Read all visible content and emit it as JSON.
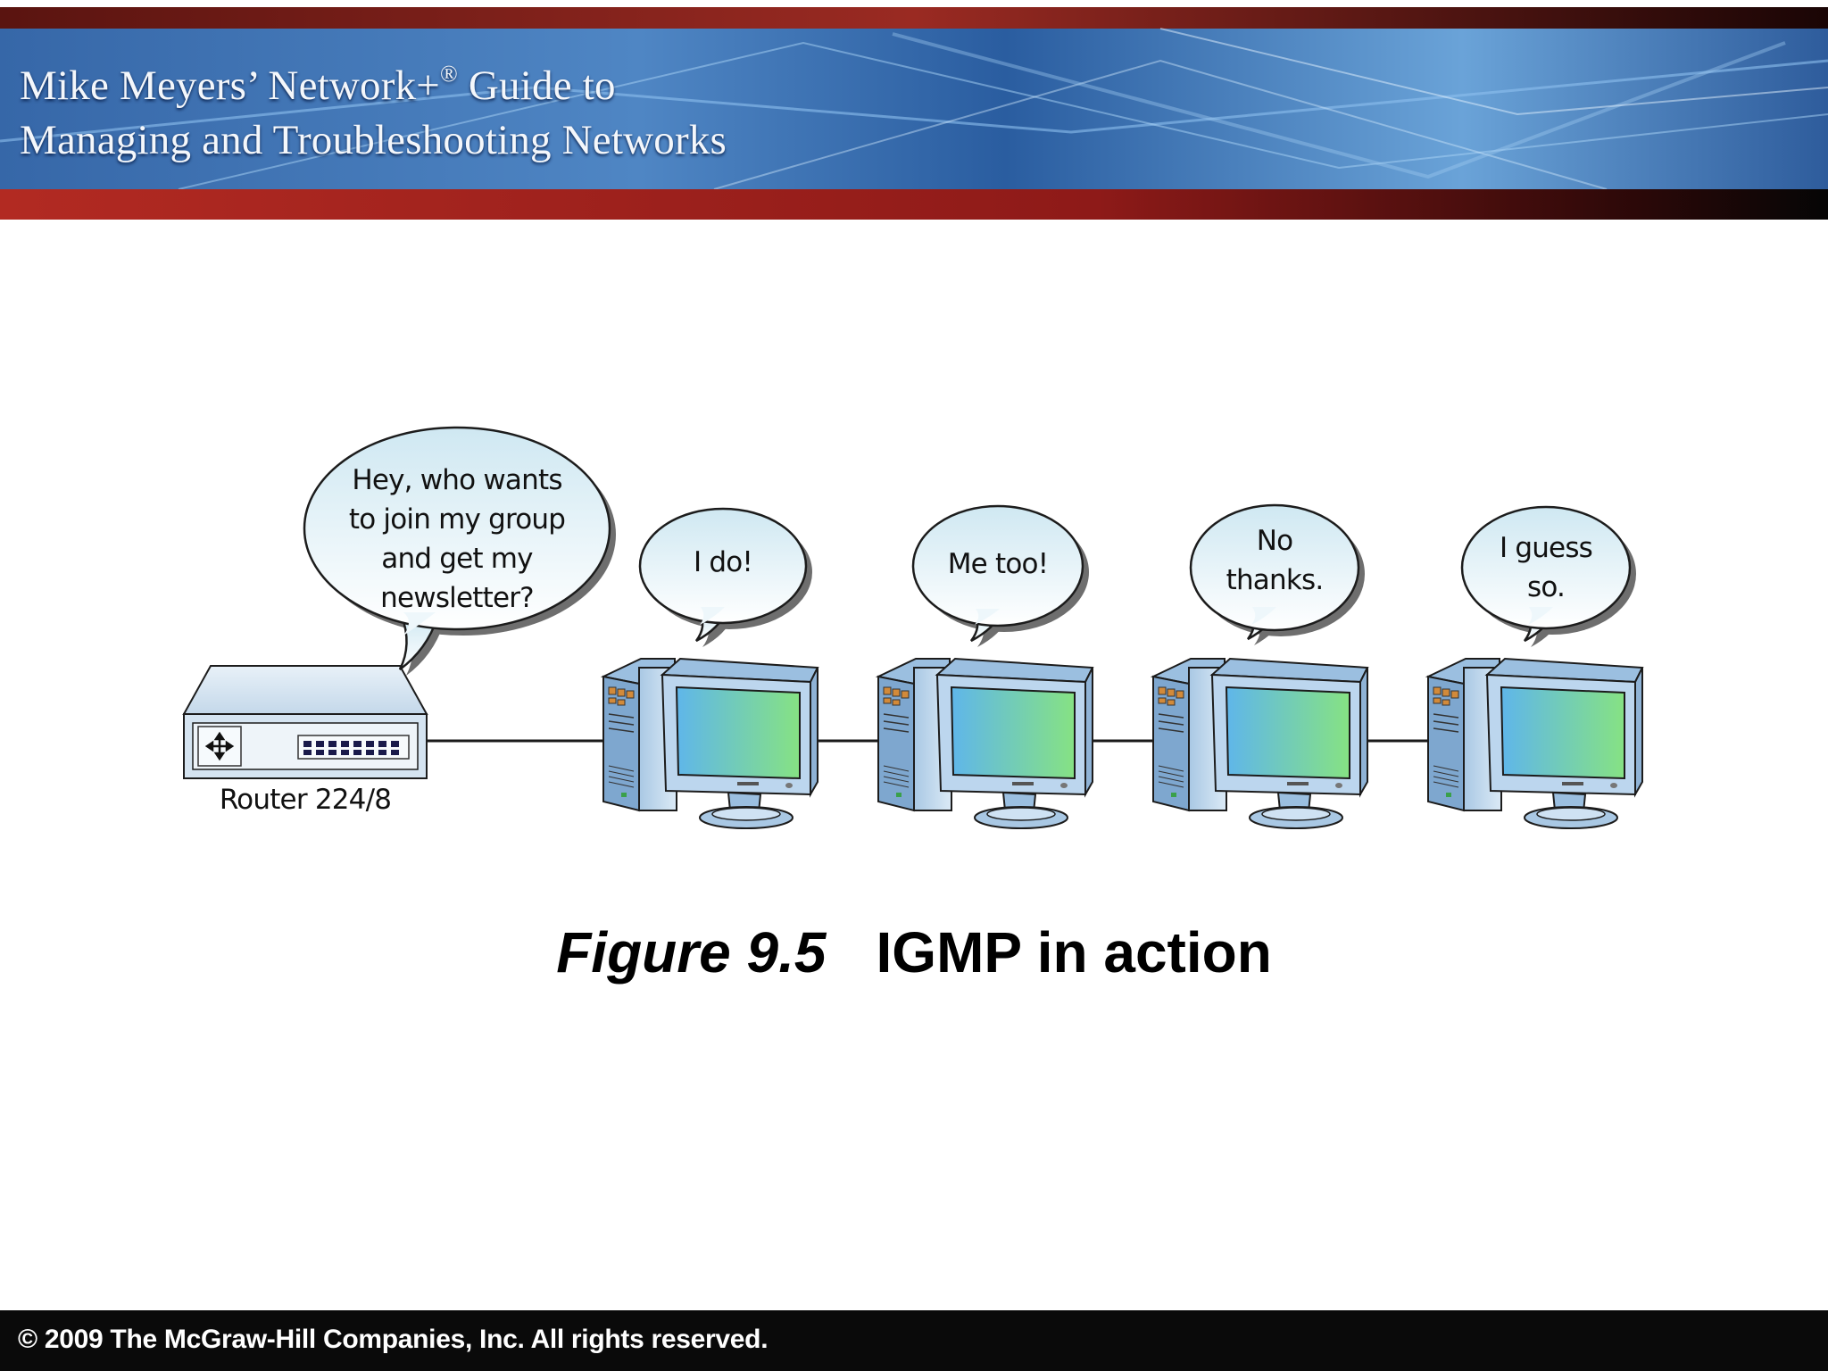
{
  "banner": {
    "title_line1": "Mike Meyers’ Network+",
    "title_reg": "®",
    "title_line1_end": " Guide to",
    "title_line2": "Managing and Troubleshooting Networks"
  },
  "diagram": {
    "router": {
      "label": "Router 224/8",
      "bubble": [
        "Hey, who wants",
        "to join my group",
        "and get my",
        "newsletter?"
      ]
    },
    "computers": [
      {
        "bubble": [
          "I do!"
        ]
      },
      {
        "bubble": [
          "Me too!"
        ]
      },
      {
        "bubble": [
          "No",
          "thanks."
        ]
      },
      {
        "bubble": [
          "I guess",
          "so."
        ]
      }
    ]
  },
  "caption": {
    "figure": "Figure 9.5",
    "title": "IGMP in action"
  },
  "footer": {
    "copyright": "© 2009 The McGraw-Hill Companies, Inc. All rights reserved."
  },
  "colors": {
    "banner_blue": "#24549a",
    "banner_red": "#a41e1e",
    "screen_green": "#7fe08a",
    "screen_blue": "#5fb6ea"
  }
}
